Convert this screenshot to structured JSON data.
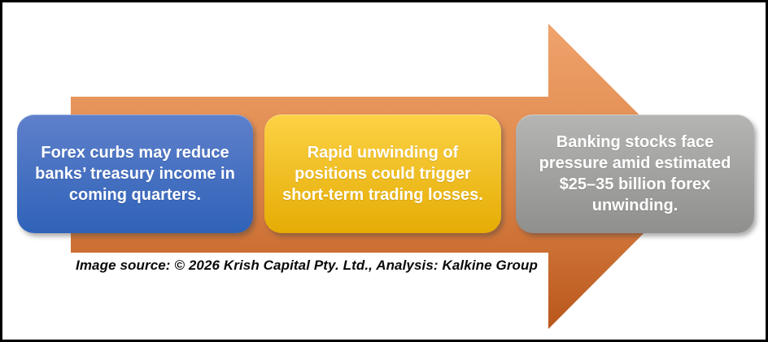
{
  "figure": {
    "type": "process-arrow-infographic",
    "background_color": "#FFFFFF",
    "frame_border_color": "#000000",
    "arrow": {
      "direction": "right",
      "gradient_top": "#EFA36C",
      "gradient_mid": "#E08A4E",
      "gradient_bottom": "#B9571C"
    },
    "boxes": [
      {
        "name": "forex-curbs",
        "text": "Forex curbs may reduce banks’ treasury income in coming quarters.",
        "color_top": "#5F80CB",
        "color_bottom": "#2F62B8",
        "text_color": "#FFFFFF"
      },
      {
        "name": "rapid-unwinding",
        "text": "Rapid unwinding of positions could trigger short-term trading losses.",
        "color_top": "#FCD246",
        "color_bottom": "#E5AC04",
        "text_color": "#FFFFFF"
      },
      {
        "name": "banking-stocks",
        "text": "Banking stocks face pressure amid estimated $25–35 billion forex unwinding.",
        "color_top": "#B5B5B3",
        "color_bottom": "#8F8F8D",
        "text_color": "#FFFFFF"
      }
    ],
    "caption": "Image source: © 2026 Krish Capital Pty. Ltd., Analysis: Kalkine Group"
  }
}
